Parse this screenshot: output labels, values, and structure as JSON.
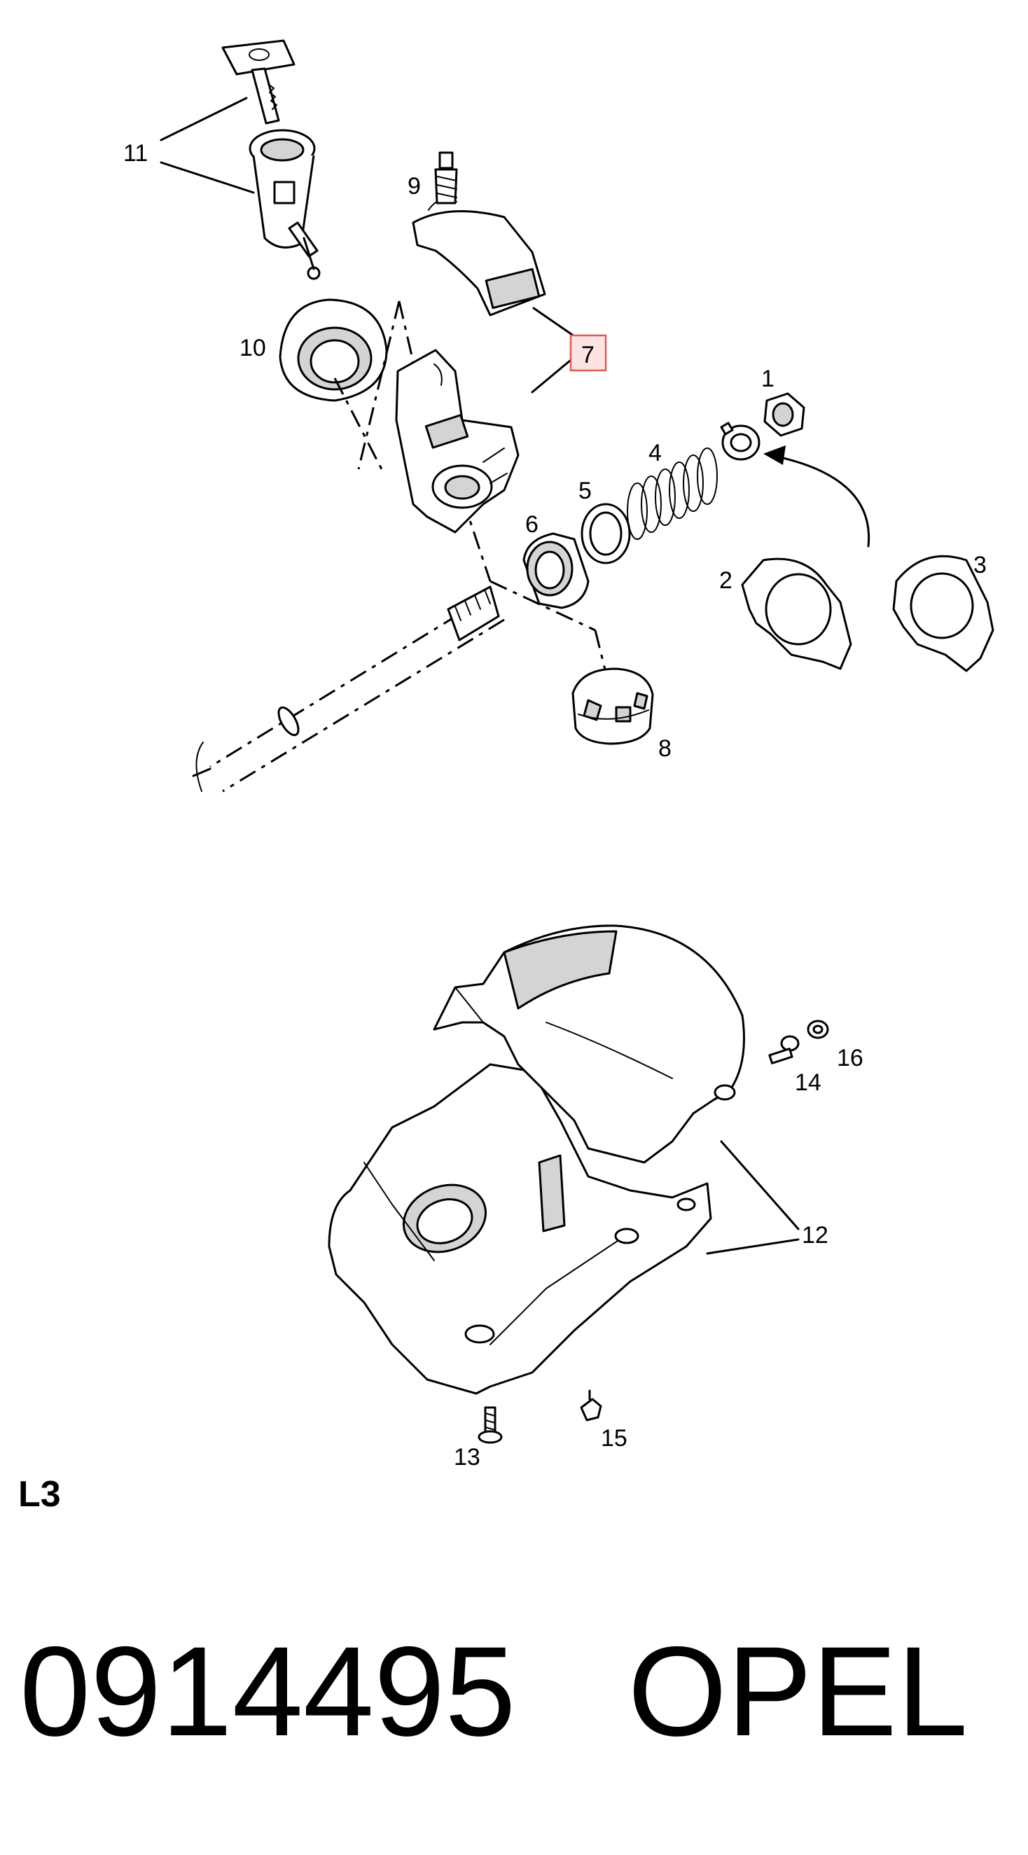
{
  "callouts": [
    "1",
    "2",
    "3",
    "4",
    "5",
    "6",
    "7",
    "8",
    "9",
    "10",
    "11",
    "12",
    "13",
    "14",
    "15",
    "16"
  ],
  "highlighted_callout": "7",
  "section_label": "L3",
  "part_number": "0914495",
  "brand": "OPEL",
  "colors": {
    "highlight_fill": "#fde4e4",
    "highlight_border": "#e05a5a"
  }
}
